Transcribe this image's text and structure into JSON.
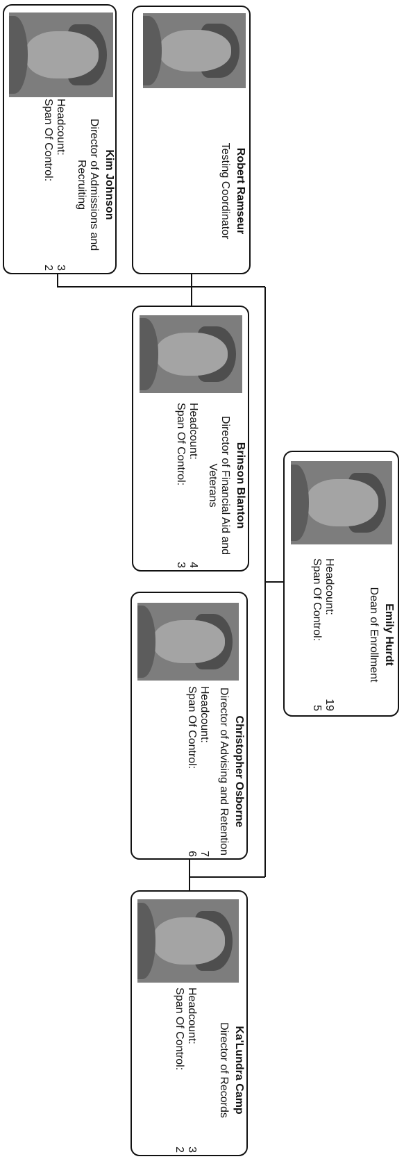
{
  "chart_colors": {
    "line": "#111111",
    "card_border": "#111111",
    "background": "#ffffff"
  },
  "people": {
    "emily": {
      "name": "Emily Hurdt",
      "title": "Dean of Enrollment",
      "headcount_label": "Headcount:",
      "headcount": "19",
      "span_label": "Span Of Control:",
      "span": "5",
      "photo": "portrait-photo"
    },
    "robert": {
      "name": "Robert Ramseur",
      "title": "Testing Coordinator",
      "photo": "portrait-photo"
    },
    "kim": {
      "name": "Kim Johnson",
      "title": "Director of Admissions and Recruiting",
      "headcount_label": "Headcount:",
      "headcount": "3",
      "span_label": "Span Of Control:",
      "span": "2",
      "photo": "portrait-photo"
    },
    "brinson": {
      "name": "Brinson Blanton",
      "title": "Director of Financial Aid and Veterans",
      "headcount_label": "Headcount:",
      "headcount": "4",
      "span_label": "Span Of Control:",
      "span": "3",
      "photo": "portrait-photo"
    },
    "christopher": {
      "name": "Christopher Osborne",
      "title": "Director of Advising and Retention",
      "headcount_label": "Headcount:",
      "headcount": "7",
      "span_label": "Span Of Control:",
      "span": "6",
      "photo": "portrait-photo"
    },
    "kalundra": {
      "name": "Ka'Lundra Camp",
      "title": "Director of Records",
      "headcount_label": "Headcount:",
      "headcount": "3",
      "span_label": "Span Of Control:",
      "span": "2",
      "photo": "portrait-photo"
    }
  }
}
